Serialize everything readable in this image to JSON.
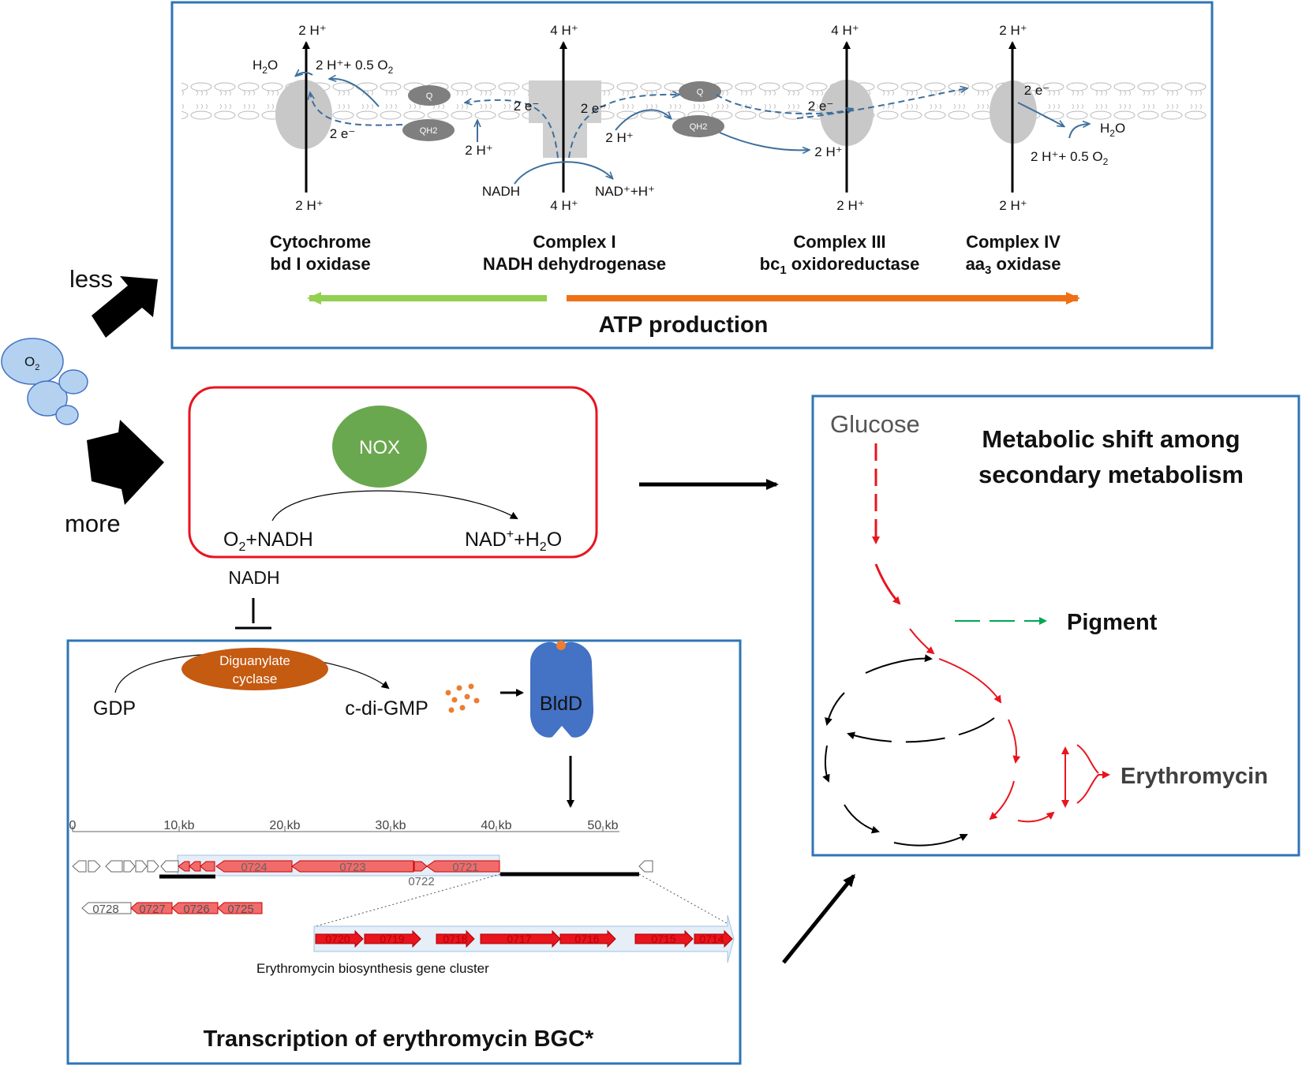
{
  "etc": {
    "complexes": [
      {
        "name_line1": "Cytochrome",
        "name_line2": "bd I oxidase",
        "top_label": "2 H⁺",
        "bottom_label": "2 H⁺"
      },
      {
        "name_line1": "Complex I",
        "name_line2": "NADH dehydrogenase",
        "top_label": "4 H⁺",
        "bottom_label": "4 H⁺"
      },
      {
        "name_line1": "Complex III",
        "name_line2_pre": "bc",
        "name_line2_sub": "1",
        "name_line2_post": " oxidoreductase",
        "top_label": "4 H⁺",
        "bottom_label": "2 H⁺"
      },
      {
        "name_line1": "Complex IV",
        "name_line2_pre": "aa",
        "name_line2_sub": "3",
        "name_line2_post": " oxidase",
        "top_label": "2 H⁺",
        "bottom_label": "2 H⁺"
      }
    ],
    "h2o_left_pre": "H",
    "h2o_left_sub": "2",
    "h2o_left_post": "O",
    "o2_left_pre": "2 H⁺+ 0.5 O",
    "o2_left_sub": "2",
    "q_label": "Q",
    "qh2_label": "QH2",
    "e2_labels": [
      "2 e⁻",
      "2 e⁻",
      "2 e⁻",
      "2 e⁻",
      "2 e⁻"
    ],
    "h2_inner_labels": [
      "2 H⁺",
      "2 H⁺",
      "2 H⁺"
    ],
    "nadh": "NADH",
    "nad_product": "NAD⁺+H⁺",
    "h2o_right_pre": "H",
    "h2o_right_sub": "2",
    "h2o_right_post": "O",
    "o2_right_pre": "2 H⁺+ 0.5 O",
    "o2_right_sub": "2",
    "atp_label": "ATP production",
    "colors": {
      "border": "#2e75b6",
      "green_arrow": "#92d050",
      "orange_arrow": "#f07014",
      "membrane": "#d6d6d6",
      "protein": "#c8c8c8",
      "blue_arrow": "#3d6f9c"
    }
  },
  "oxygen": {
    "label_pre": "O",
    "label_sub": "2",
    "less": "less",
    "more": "more"
  },
  "nox": {
    "enzyme": "NOX",
    "substrate_pre": "O",
    "substrate_sub": "2",
    "substrate_post": "+NADH",
    "product_pre": "NAD",
    "product_sup": "+",
    "product_mid": "+H",
    "product_sub": "2",
    "product_post": "O",
    "nadh_label": "NADH",
    "colors": {
      "border": "#e8141e",
      "enzyme": "#6aa84f"
    }
  },
  "transcription": {
    "enzyme_line1": "Diguanylate",
    "enzyme_line2": "cyclase",
    "gdp": "GDP",
    "cdigmp": "c-di-GMP",
    "bldd": "BldD",
    "scale_ticks": [
      "0",
      "10 kb",
      "20 kb",
      "30 kb",
      "40 kb",
      "50 kb"
    ],
    "genes_main": [
      "0724",
      "0723",
      "0721"
    ],
    "gene_0722": "0722",
    "genes_left": [
      "0728",
      "0727",
      "0726",
      "0725"
    ],
    "genes_zoom": [
      "0720",
      "0719",
      "0718",
      "0717",
      "0716",
      "0715",
      "0714"
    ],
    "cluster_caption": "Erythromycin biosynthesis gene cluster",
    "title": "Transcription of erythromycin BGC*",
    "colors": {
      "enzyme": "#c55a11",
      "bldd": "#4472c4",
      "dots": "#ed7d31",
      "gene": "#e8141e"
    }
  },
  "metabolism": {
    "glucose": "Glucose",
    "title_line1": "Metabolic shift among",
    "title_line2": "secondary metabolism",
    "pigment": "Pigment",
    "erythromycin": "Erythromycin",
    "colors": {
      "red": "#e8141e",
      "green": "#00a651"
    }
  }
}
